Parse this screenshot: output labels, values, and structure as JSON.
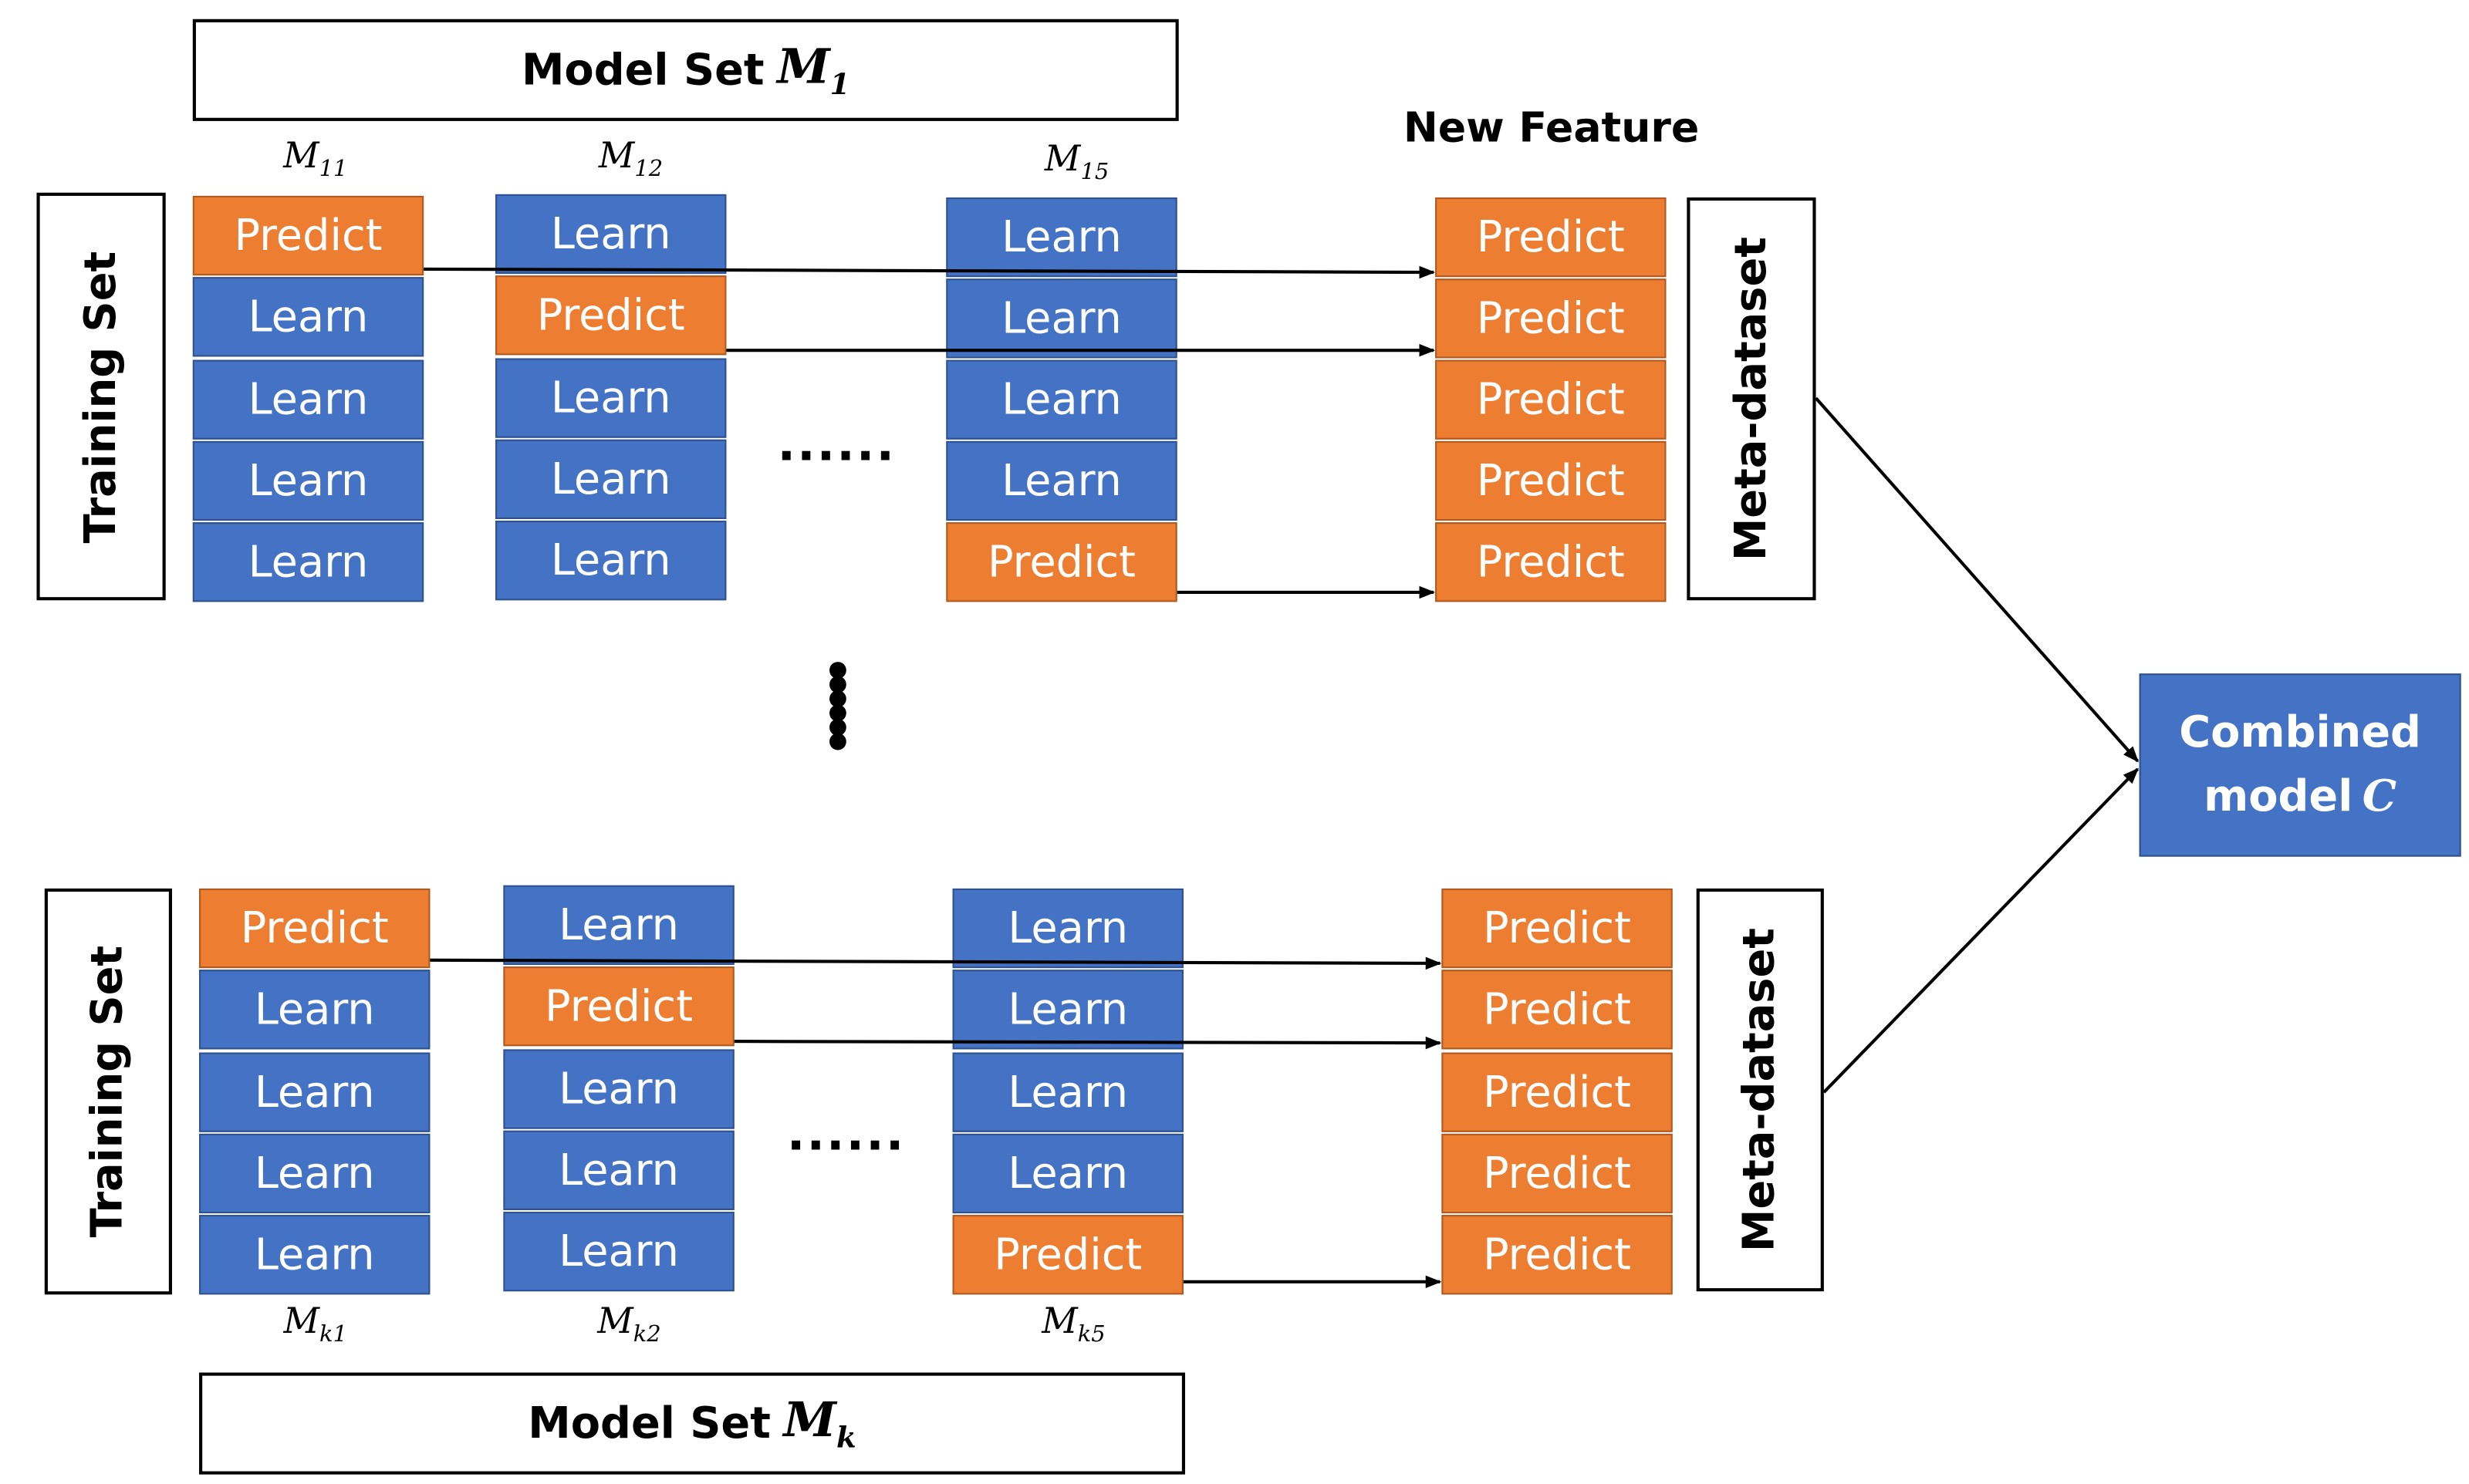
{
  "top": {
    "model_set_label": "Model Set",
    "model_set_var": "M",
    "model_set_sub": "1",
    "training_set": "Training Set",
    "meta_dataset": "Meta-dataset",
    "columns": [
      {
        "var": "M",
        "sub": "11",
        "cells": [
          "Predict",
          "Learn",
          "Learn",
          "Learn",
          "Learn"
        ]
      },
      {
        "var": "M",
        "sub": "12",
        "cells": [
          "Learn",
          "Predict",
          "Learn",
          "Learn",
          "Learn"
        ]
      },
      {
        "var": "M",
        "sub": "15",
        "cells": [
          "Learn",
          "Learn",
          "Learn",
          "Learn",
          "Predict"
        ]
      }
    ],
    "features": [
      "Predict",
      "Predict",
      "Predict",
      "Predict",
      "Predict"
    ],
    "dots": "......"
  },
  "bottom": {
    "model_set_label": "Model Set",
    "model_set_var": "M",
    "model_set_sub": "k",
    "training_set": "Training Set",
    "meta_dataset": "Meta-dataset",
    "columns": [
      {
        "var": "M",
        "sub": "k1",
        "cells": [
          "Predict",
          "Learn",
          "Learn",
          "Learn",
          "Learn"
        ]
      },
      {
        "var": "M",
        "sub": "k2",
        "cells": [
          "Learn",
          "Predict",
          "Learn",
          "Learn",
          "Learn"
        ]
      },
      {
        "var": "M",
        "sub": "k5",
        "cells": [
          "Learn",
          "Learn",
          "Learn",
          "Learn",
          "Predict"
        ]
      }
    ],
    "features": [
      "Predict",
      "Predict",
      "Predict",
      "Predict",
      "Predict"
    ],
    "dots": "......"
  },
  "new_feature": "New Feature",
  "vertical_dots": [
    "•",
    "•",
    "•",
    "•",
    "•",
    "•"
  ],
  "combined": {
    "line1": "Combined",
    "line2": "model",
    "var": "C"
  },
  "colors": {
    "learn": "#4472c4",
    "predict": "#ed7d31"
  }
}
